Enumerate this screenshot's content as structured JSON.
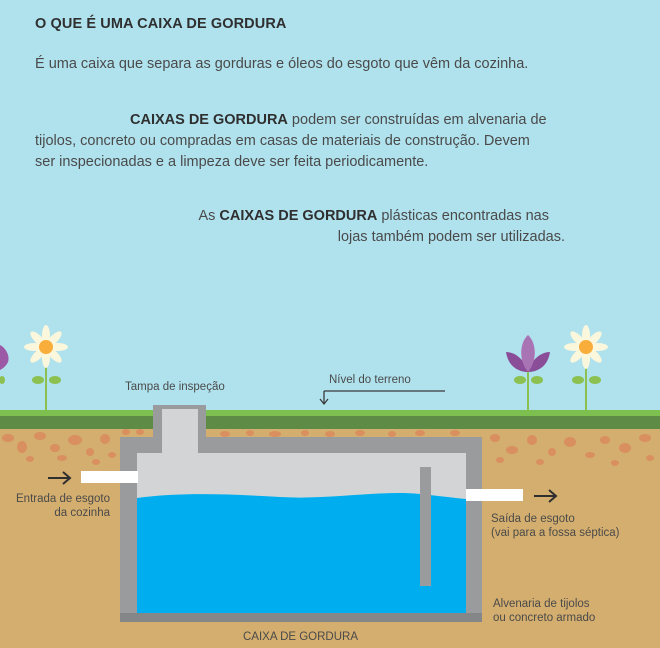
{
  "heading": "O QUE É UMA CAIXA DE GORDURA",
  "intro": "É uma caixa que separa as gorduras e óleos do esgoto que vêm da cozinha.",
  "paragraph2": {
    "bold": "CAIXAS DE GORDURA",
    "line1_rest": " podem ser construídas em alvenaria de",
    "line2": "tijolos, concreto ou compradas em casas de materiais de construção. Devem",
    "line3": "ser inspecionadas e a limpeza deve ser feita periodicamente."
  },
  "paragraph3": {
    "prefix": "As ",
    "bold": "CAIXAS DE GORDURA",
    "line1_rest": " plásticas encontradas nas",
    "line2": "lojas também podem ser utilizadas."
  },
  "diagram": {
    "labels": {
      "inspection_lid": "Tampa de inspeção",
      "ground_level": "Nível do terreno",
      "inlet_line1": "Entrada de esgoto",
      "inlet_line2": "da cozinha",
      "outlet_line1": "Saída de esgoto",
      "outlet_line2": "(vai para a fossa séptica)",
      "wall_line1": "Alvenaria de tijolos",
      "wall_line2": "ou concreto armado",
      "box_caption": "CAIXA DE GORDURA"
    },
    "colors": {
      "sky": "#b0e2ee",
      "grass_light": "#7dc04f",
      "grass_dark": "#5e8c46",
      "soil": "#d4ae6e",
      "pebbles": "#d98f5f",
      "wall": "#9a9b9d",
      "wall_bottom": "#858687",
      "interior": "#d3d4d6",
      "water": "#00aeef",
      "pipe": "#ffffff",
      "daisy_petal": "#fbf7dc",
      "daisy_center": "#f9ae3b",
      "tulip": "#9b59a6",
      "leaf": "#8cc152"
    }
  }
}
